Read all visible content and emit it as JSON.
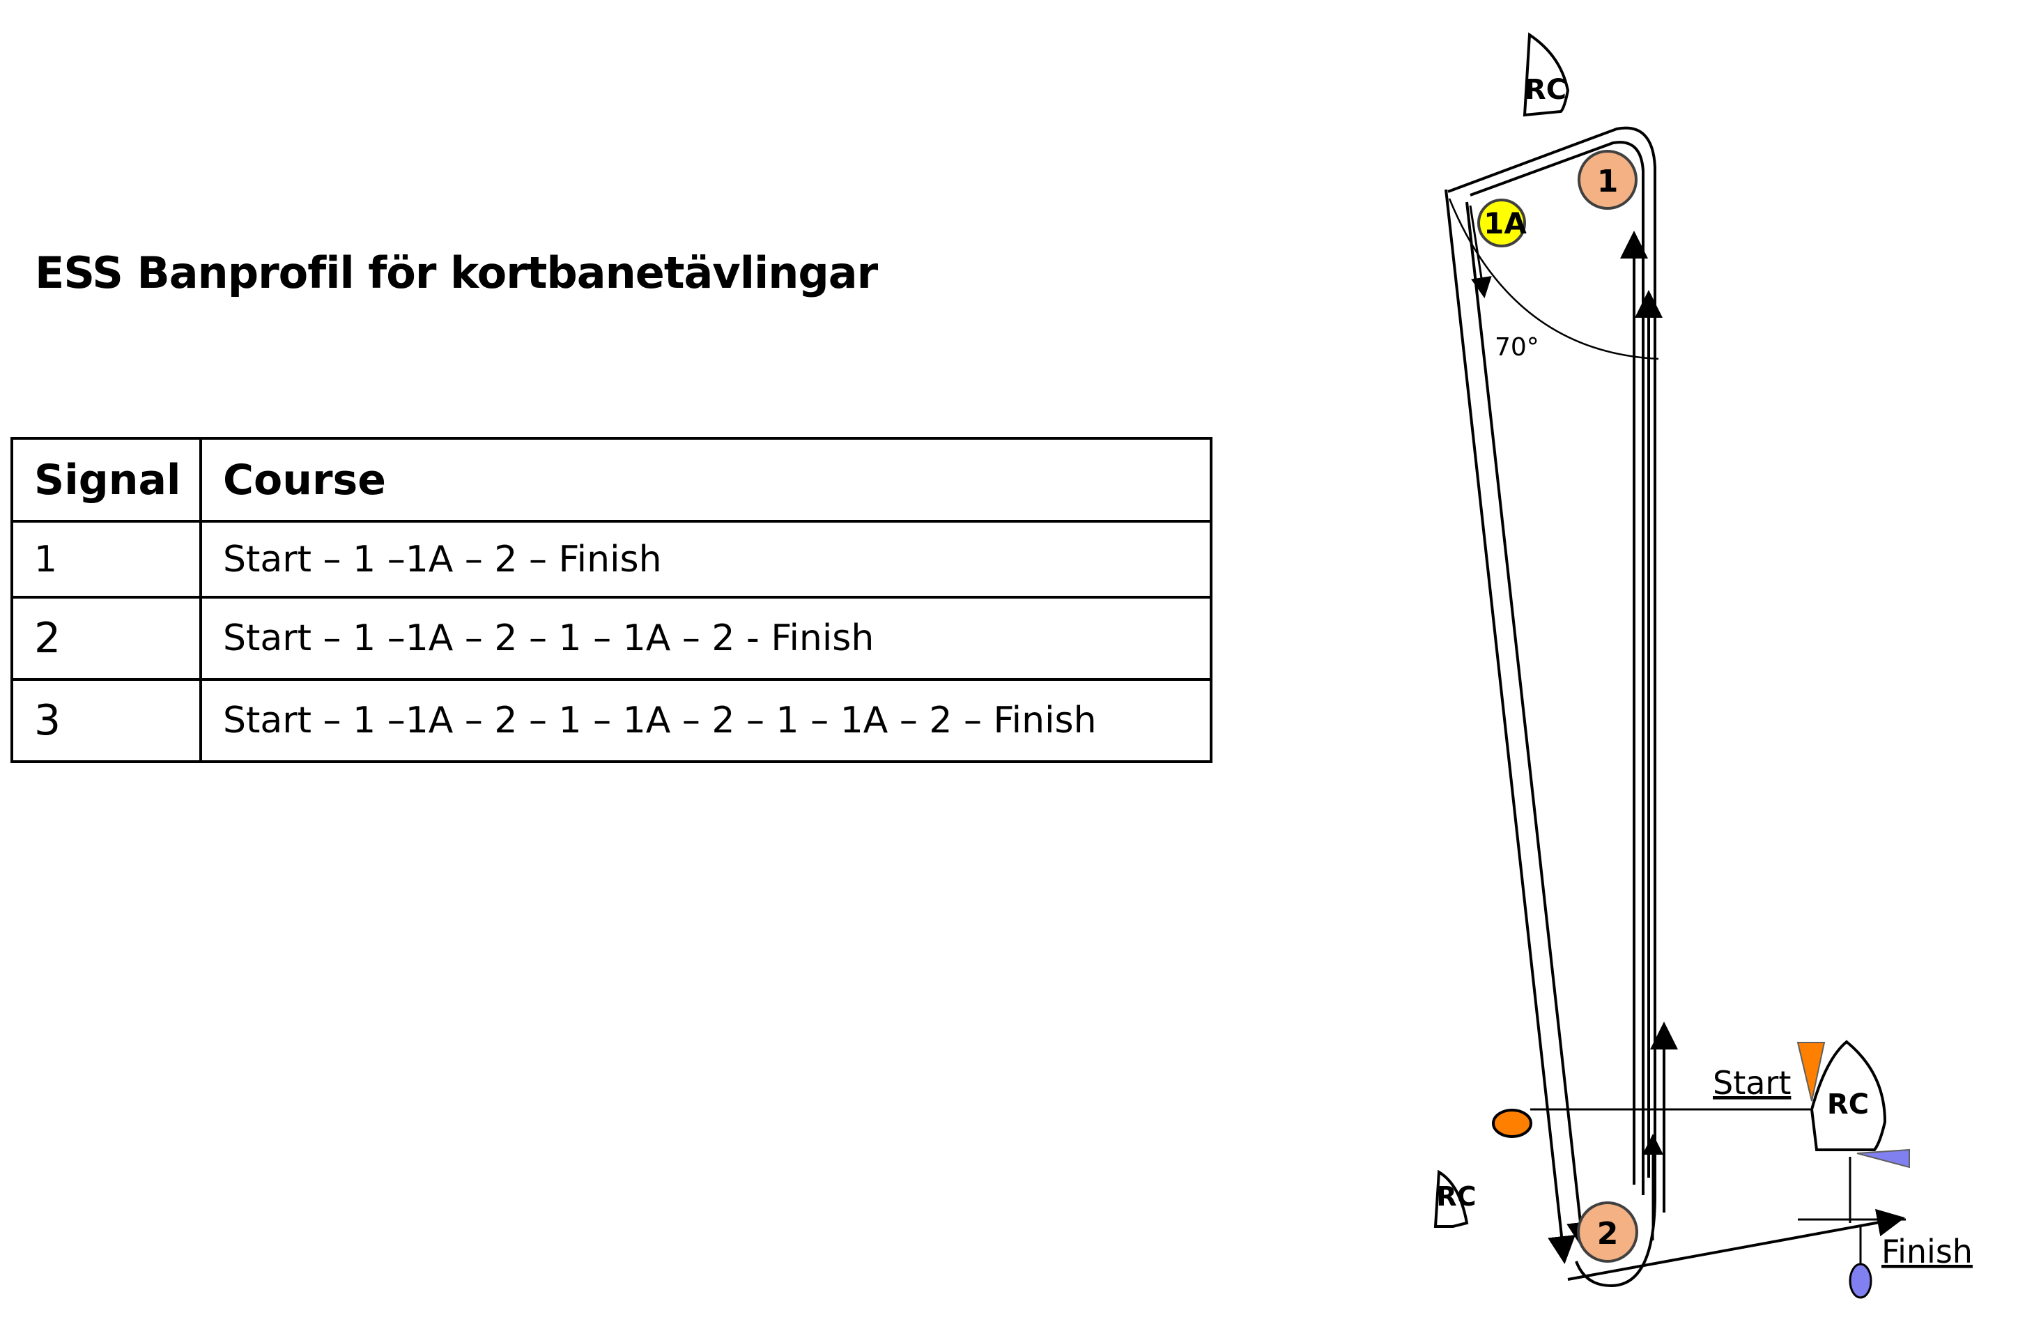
{
  "title": "ESS Banprofil för kortbanetävlingar",
  "table": {
    "headers": [
      "Signal",
      "Course"
    ],
    "rows": [
      {
        "signal": "1",
        "course": "Start – 1 –1A – 2 –  Finish"
      },
      {
        "signal": "2",
        "course": "Start – 1 –1A – 2 – 1 – 1A – 2 - Finish"
      },
      {
        "signal": "3",
        "course": "Start – 1 –1A – 2 – 1 – 1A – 2 – 1 – 1A – 2 – Finish"
      }
    ]
  },
  "diagram": {
    "committee_boat_label": "RC",
    "mark_1_label": "1",
    "mark_1a_label": "1A",
    "mark_2_label": "2",
    "angle_label": "70°",
    "start_label": "Start",
    "finish_label": "Finish",
    "colors": {
      "mark_orange": "#F4B183",
      "mark_yellow": "#FFFF00",
      "start_pin": "#FF7F00",
      "finish_pin": "#8080F0",
      "line": "#000000"
    }
  }
}
